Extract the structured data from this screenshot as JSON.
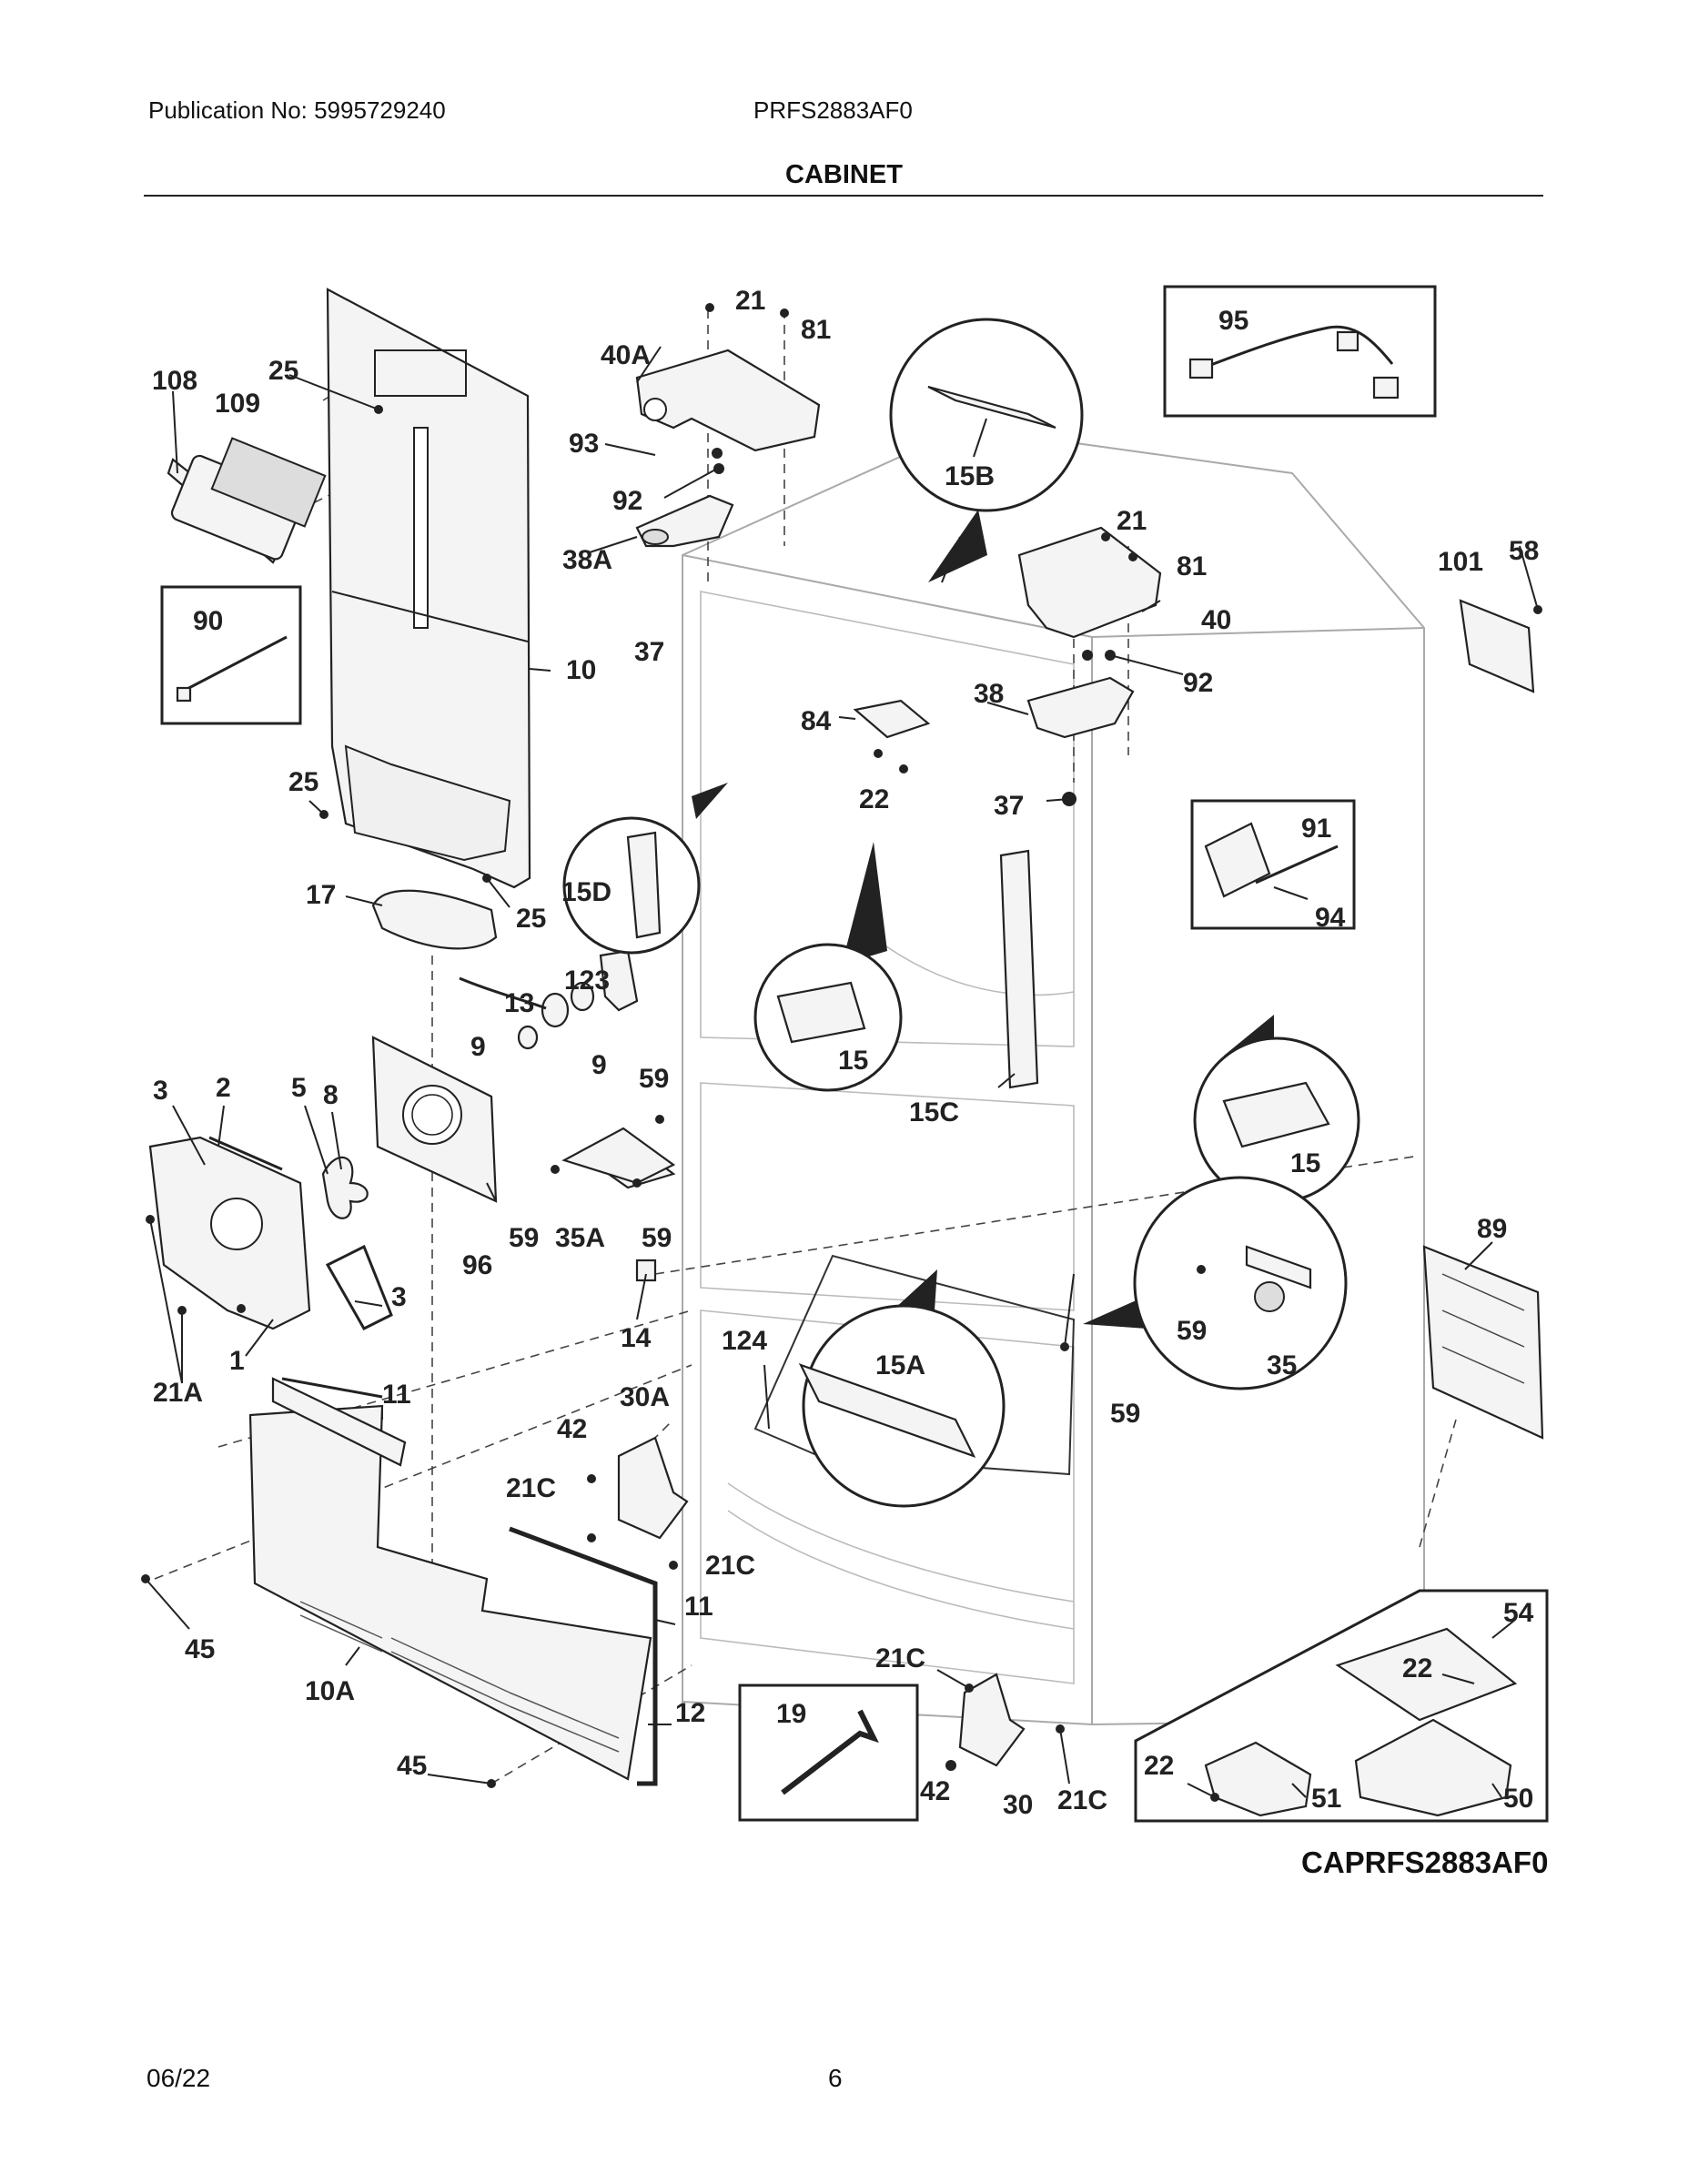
{
  "header": {
    "publication": "Publication No: 5995729240",
    "model": "PRFS2883AF0"
  },
  "section_title": "CABINET",
  "diagram_code": "CAPRFS2883AF0",
  "footer": {
    "date": "06/22",
    "page": "6"
  },
  "callouts": {
    "c21_top": "21",
    "c81_top": "81",
    "c40A": "40A",
    "c93": "93",
    "c92_left": "92",
    "c38A": "38A",
    "c37_left": "37",
    "c108": "108",
    "c25_top": "25",
    "c109": "109",
    "c10": "10",
    "c90": "90",
    "c25_mid": "25",
    "c25_low": "25",
    "c17": "17",
    "c95": "95",
    "c15B": "15B",
    "c21_right": "21",
    "c81_right": "81",
    "c40": "40",
    "c92_right": "92",
    "c38": "38",
    "c101": "101",
    "c58": "58",
    "c84": "84",
    "c22_mid": "22",
    "c37_right": "37",
    "c91": "91",
    "c94": "94",
    "c15D": "15D",
    "c123": "123",
    "c13": "13",
    "c9_a": "9",
    "c9_b": "9",
    "c15": "15",
    "c15C": "15C",
    "c15_right": "15",
    "c3_a": "3",
    "c2": "2",
    "c5": "5",
    "c8": "8",
    "c59_a": "59",
    "c59_b": "59",
    "c35A": "35A",
    "c59_c": "59",
    "c96": "96",
    "c3_b": "3",
    "c14": "14",
    "c1": "1",
    "c21A": "21A",
    "c124": "124",
    "c15A": "15A",
    "c59_d": "59",
    "c59_e": "59",
    "c35": "35",
    "c89": "89",
    "c11_a": "11",
    "c30A": "30A",
    "c42_a": "42",
    "c21C_a": "21C",
    "c21C_b": "21C",
    "c11_b": "11",
    "c45_a": "45",
    "c10A": "10A",
    "c12": "12",
    "c45_b": "45",
    "c19": "19",
    "c21C_c": "21C",
    "c42_b": "42",
    "c30": "30",
    "c21C_d": "21C",
    "c54": "54",
    "c22_box": "22",
    "c22_box2": "22",
    "c51": "51",
    "c50": "50"
  }
}
